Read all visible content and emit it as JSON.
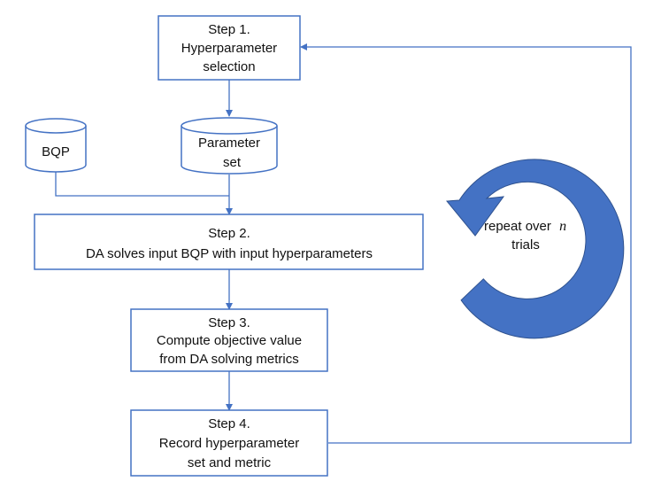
{
  "colors": {
    "stroke": "#4472c4",
    "cycle_arrow": "#4472c4",
    "text": "#111111"
  },
  "icons": {
    "database": "cylinder-icon",
    "repeat": "circular-arrow-icon"
  },
  "step1": {
    "line1": "Step 1.",
    "line2": "Hyperparameter",
    "line3": "selection"
  },
  "bqp": {
    "label": "BQP"
  },
  "parameter_set": {
    "line1": "Parameter",
    "line2": "set"
  },
  "step2": {
    "line1": "Step 2.",
    "line2": "DA solves input BQP with input hyperparameters"
  },
  "step3": {
    "line1": "Step 3.",
    "line2": "Compute objective value",
    "line3": "from DA solving metrics"
  },
  "step4": {
    "line1": "Step 4.",
    "line2": "Record hyperparameter",
    "line3": "set and metric"
  },
  "repeat": {
    "line1_prefix": "repeat over",
    "variable": "n",
    "line2": "trials"
  }
}
